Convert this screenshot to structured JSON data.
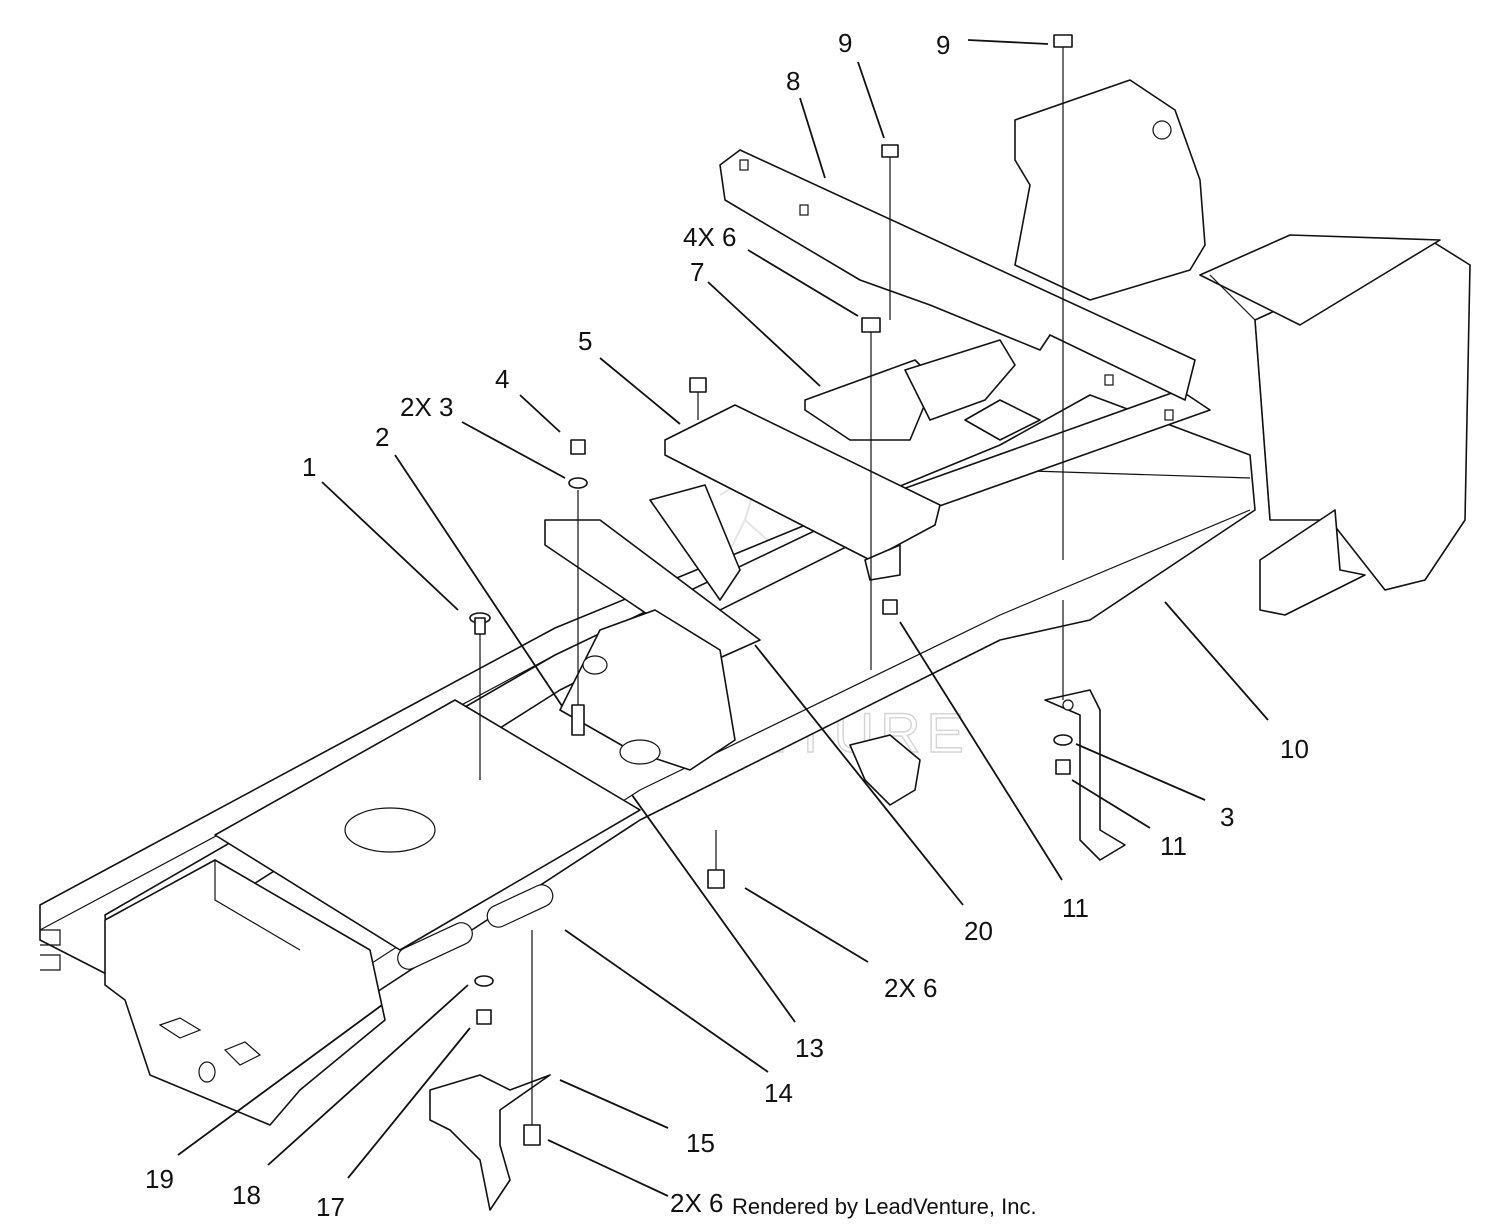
{
  "callouts": [
    {
      "id": "c9a",
      "text": "9"
    },
    {
      "id": "c9b",
      "text": "9"
    },
    {
      "id": "c8",
      "text": "8"
    },
    {
      "id": "c4x6",
      "text": "4X 6"
    },
    {
      "id": "c7",
      "text": "7"
    },
    {
      "id": "c5",
      "text": "5"
    },
    {
      "id": "c4",
      "text": "4"
    },
    {
      "id": "c2x3",
      "text": "2X 3"
    },
    {
      "id": "c2",
      "text": "2"
    },
    {
      "id": "c1",
      "text": "1"
    },
    {
      "id": "c10",
      "text": "10"
    },
    {
      "id": "c3",
      "text": "3"
    },
    {
      "id": "c11a",
      "text": "11"
    },
    {
      "id": "c11b",
      "text": "11"
    },
    {
      "id": "c20",
      "text": "20"
    },
    {
      "id": "c2x6a",
      "text": "2X 6"
    },
    {
      "id": "c13",
      "text": "13"
    },
    {
      "id": "c14",
      "text": "14"
    },
    {
      "id": "c15",
      "text": "15"
    },
    {
      "id": "c2x6b",
      "text": "2X 6"
    },
    {
      "id": "c17",
      "text": "17"
    },
    {
      "id": "c18",
      "text": "18"
    },
    {
      "id": "c19",
      "text": "19"
    }
  ],
  "credit": "Rendered by LeadVenture, Inc.",
  "watermark": "LEADVENTURE",
  "colors": {
    "line": "#111111",
    "background": "#ffffff",
    "watermark": "#d4d4d4"
  }
}
